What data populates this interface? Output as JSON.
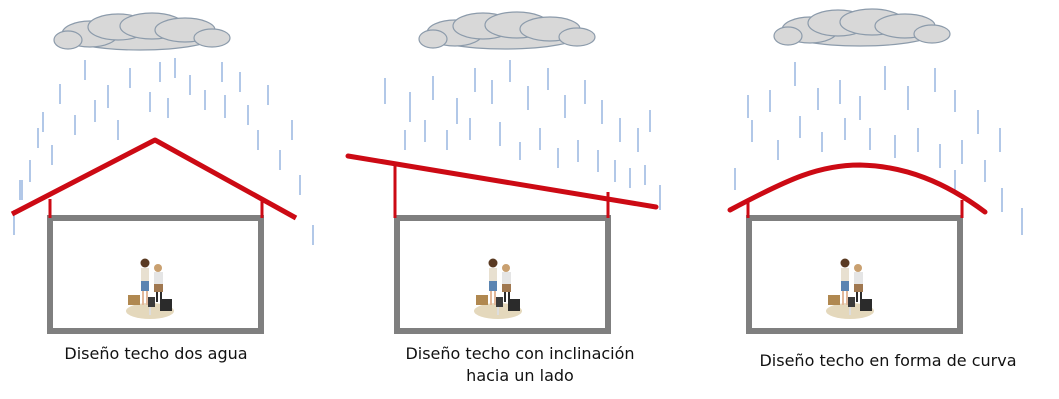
{
  "captions": {
    "gable": "Diseño techo dos agua",
    "shed_line1": "Diseño techo con inclinación",
    "shed_line2": "hacia un lado",
    "curved": "Diseño techo en forma de curva"
  },
  "colors": {
    "roof": "#cc0a14",
    "wall": "#7f7f7f",
    "rain": "#7fa3d9",
    "cloud_fill": "#d8d8d8",
    "cloud_stroke": "#8c9bab"
  }
}
